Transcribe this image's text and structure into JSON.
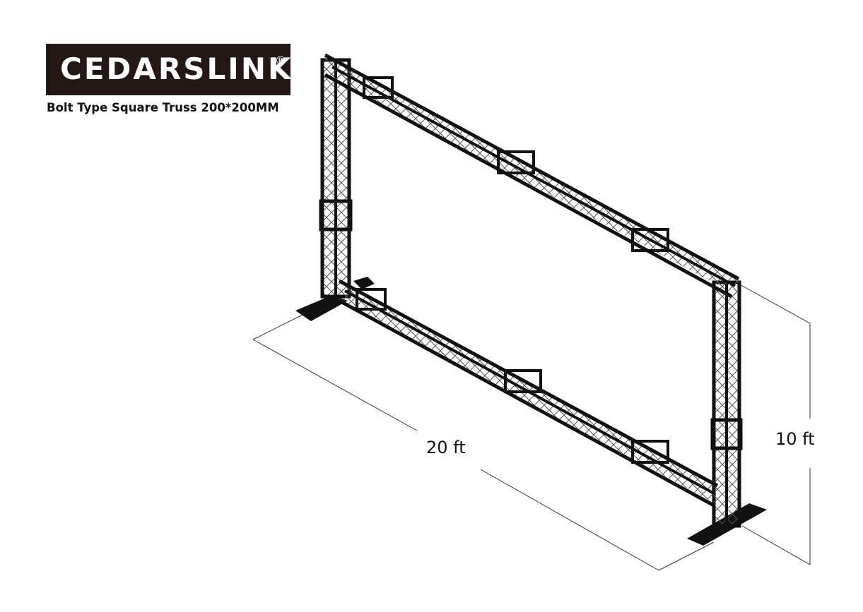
{
  "logo": {
    "brand": "CEDARSLINK",
    "registered_mark": "®",
    "background": "#231815"
  },
  "caption": "Bolt Type Square Truss 200*200MM",
  "dimensions": {
    "width_label": "20 ft",
    "height_label": "10 ft"
  },
  "diagram": {
    "subject": "Square truss goalpost frame with base plates",
    "truss_color": "#111111"
  }
}
